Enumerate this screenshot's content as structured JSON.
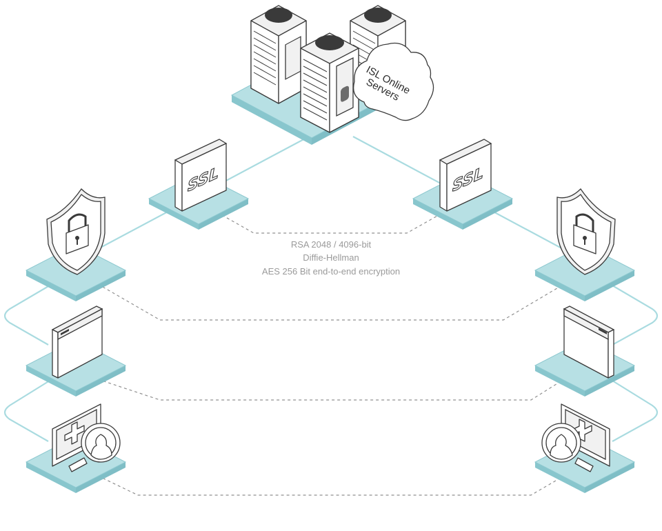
{
  "cloud": {
    "line1": "ISL Online",
    "line2": "Servers"
  },
  "ssl_left": "SSL",
  "ssl_right": "SSL",
  "encryption": {
    "line1": "RSA 2048 / 4096-bit",
    "line2": "Diffie-Hellman",
    "line3": "AES 256 Bit end-to-end encryption"
  },
  "colors": {
    "platform": "#a8d8dd",
    "link": "#a9dbe0",
    "dashed": "#8f8f8f",
    "outline": "#3a3a3a"
  }
}
